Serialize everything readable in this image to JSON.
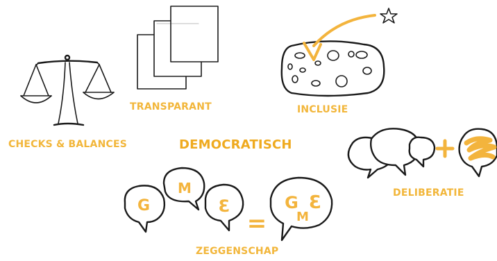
{
  "concepts": {
    "center": "DEMOCRATISCH",
    "checks_balances": "CHECKS & BALANCES",
    "transparant": "TRANSPARANT",
    "inclusie": "INCLUSIE",
    "deliberatie": "DELIBERATIE",
    "zeggenschap": "ZEGGENSCHAP"
  },
  "zeggenschap_glyphs": {
    "first": "G",
    "second": "M",
    "third": "Ɛ",
    "equals": "=",
    "plus": "+"
  },
  "colors": {
    "accent": "#f3b43d",
    "ink": "#1a1a1a",
    "background": "#ffffff"
  },
  "icons": [
    "scale-icon",
    "documents-icon",
    "sponge-star-icon",
    "speech-bubbles-icon",
    "letter-bubbles-icon"
  ]
}
